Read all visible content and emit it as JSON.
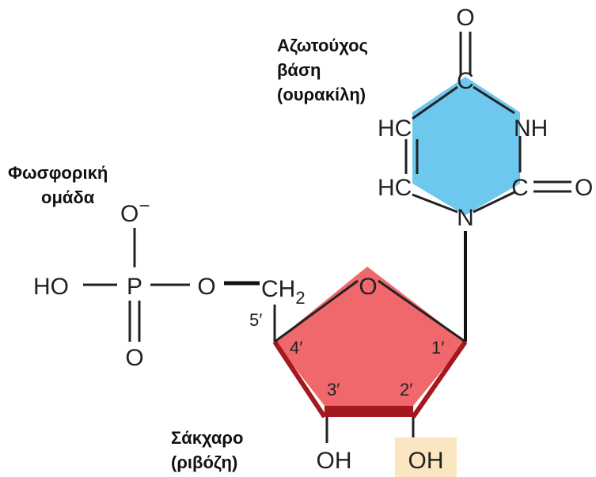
{
  "labels": {
    "base_line1": "Αζωτούχος",
    "base_line2": "βάση",
    "base_line3": "(ουρακίλη)",
    "phosphate_line1": "Φωσφορική",
    "phosphate_line2": "ομάδα",
    "sugar_line1": "Σάκχαρο",
    "sugar_line2": "(ριβόζη)"
  },
  "base": {
    "o_top": "O",
    "c_top": "C",
    "hc_upper": "HC",
    "nh": "NH",
    "hc_lower": "HC",
    "c_right": "C",
    "o_right": "O",
    "n_bottom": "N"
  },
  "phosphate": {
    "o_minus": "O",
    "minus": "−",
    "ho": "HO",
    "p": "P",
    "o_link": "O",
    "o_bottom": "O"
  },
  "sugar": {
    "ch2": "CH",
    "ch2_sub": "2",
    "o_ring": "O",
    "pos_5": "5′",
    "pos_4": "4′",
    "pos_3": "3′",
    "pos_2": "2′",
    "pos_1": "1′",
    "oh_3": "OH",
    "oh_2": "OH"
  },
  "colors": {
    "base_fill": "#6ec8ee",
    "sugar_fill": "#f0686c",
    "sugar_edge": "#a3191e",
    "oh_highlight": "#fbe6c2"
  }
}
